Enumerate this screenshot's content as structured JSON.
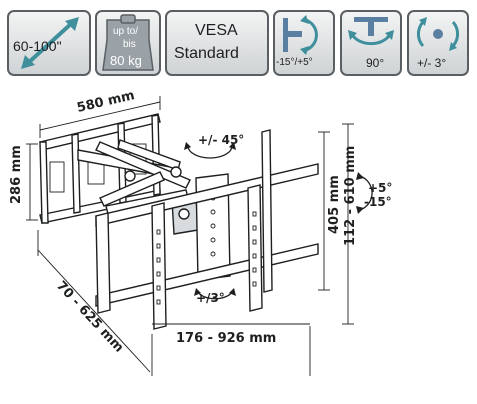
{
  "badges": {
    "screen_size": "60-100\"",
    "weight_line1": "up to/",
    "weight_line2": "bis",
    "weight_line3": "80 kg",
    "vesa_line1": "VESA",
    "vesa_line2": "Standard",
    "tilt": "-15°/+5°",
    "swivel": "90°",
    "rotation": "+/- 3°"
  },
  "dimensions": {
    "width_top": "580 mm",
    "height_left": "286 mm",
    "depth": "70 - 625 mm",
    "width_bottom": "176 - 926 mm",
    "height_right": "405 mm",
    "height_vesa": "112 - 610 mm",
    "swivel_angle": "+/- 45°",
    "tilt_up": "+5°",
    "tilt_down": "-15°",
    "level_adjust": "+/3°"
  },
  "colors": {
    "badge_border": "#5a5f63",
    "line": "#1d1f21"
  }
}
